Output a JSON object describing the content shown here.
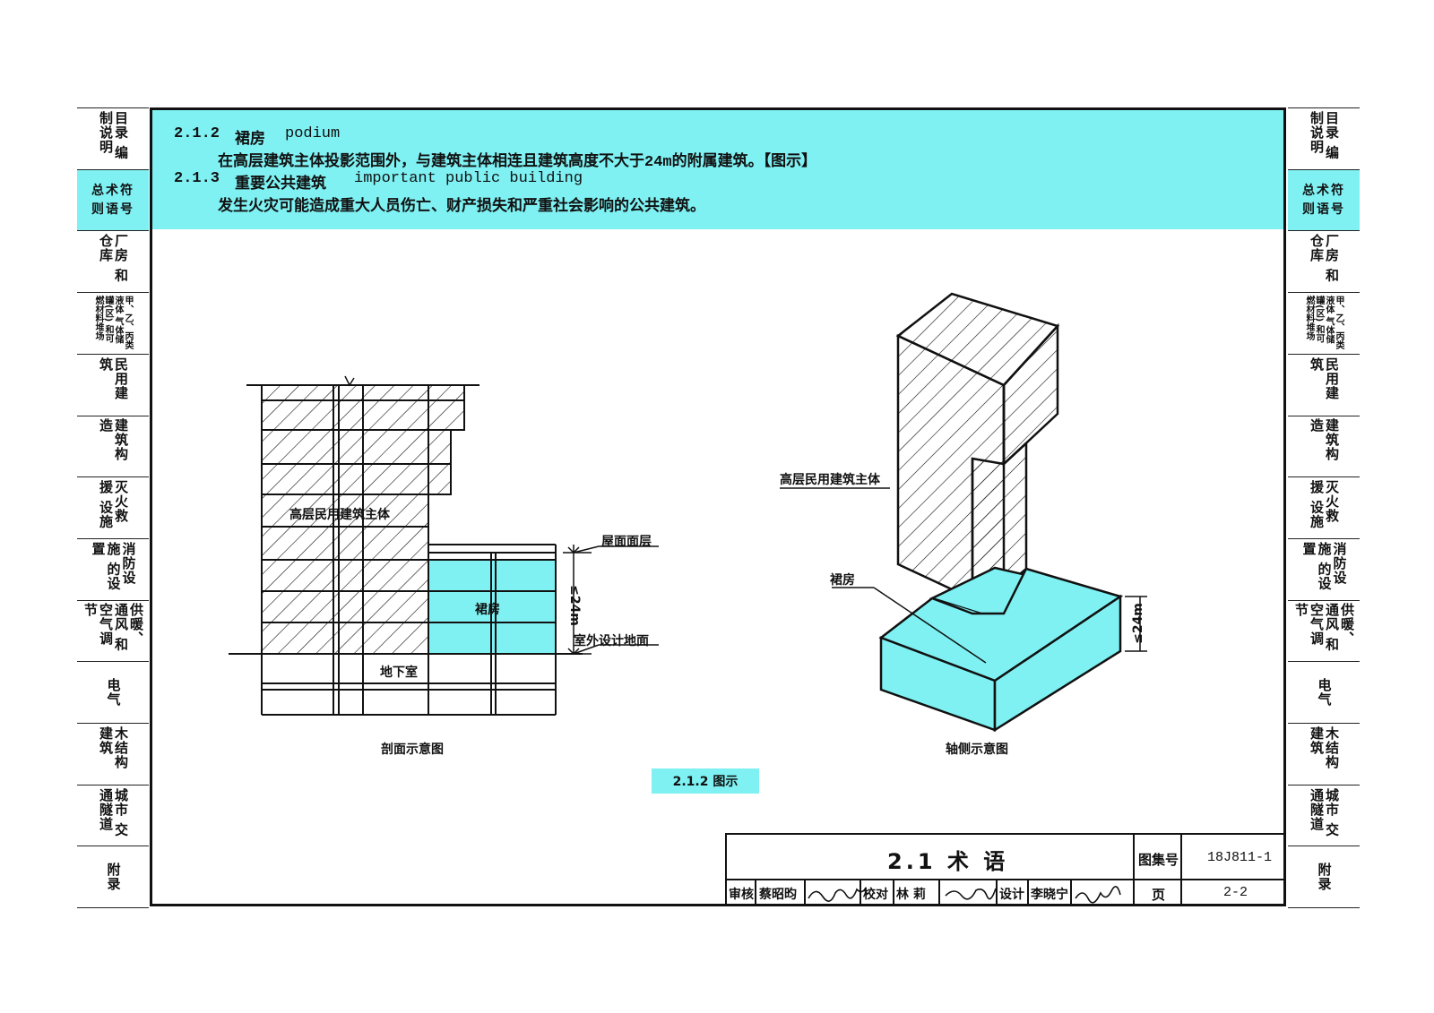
{
  "sidebar": {
    "items": [
      {
        "label": "目录 编制说明",
        "multi": true
      },
      {
        "label": "总术符 则语号",
        "highlight": true,
        "horizontal": true
      },
      {
        "label": "厂房 和仓库",
        "multi": true
      },
      {
        "label": "甲、乙、丙类液体 气体储罐(区) 和可燃材料堆场",
        "multi": true,
        "small": true
      },
      {
        "label": "民用建筑"
      },
      {
        "label": "建筑构造"
      },
      {
        "label": "灭火救援 设施",
        "multi": true
      },
      {
        "label": "消防设施 的设置",
        "multi": true
      },
      {
        "label": "供暖、通风 和空气调节",
        "multi": true
      },
      {
        "label": "电气"
      },
      {
        "label": "木结构 建筑",
        "multi": true
      },
      {
        "label": "城市 交通隧道",
        "multi": true
      },
      {
        "label": "附录"
      }
    ]
  },
  "header": {
    "item1_num": "2.1.2",
    "item1_title": "裙房",
    "item1_en": "podium",
    "item1_def": "在高层建筑主体投影范围外，与建筑主体相连且建筑高度不大于24m的附属建筑。【图示】",
    "item2_num": "2.1.3",
    "item2_title": "重要公共建筑",
    "item2_en": "important public building",
    "item2_def": "发生火灾可能造成重大人员伤亡、财产损失和严重社会影响的公共建筑。"
  },
  "section_figure": {
    "label_main": "高层民用建筑主体",
    "label_podium": "裙房",
    "label_basement": "地下室",
    "label_roof": "屋面面层",
    "label_ground": "室外设计地面",
    "dimension": "≤24m",
    "caption": "剖面示意图"
  },
  "axo_figure": {
    "label_main": "高层民用建筑主体",
    "label_podium": "裙房",
    "dimension": "≤24m",
    "caption": "轴侧示意图"
  },
  "figure_tag": "2.1.2 图示",
  "title_block": {
    "title": "2.1 术 语",
    "atlas_label": "图集号",
    "atlas_no": "18J811-1",
    "page_label": "页",
    "page_no": "2-2",
    "review_label": "审核",
    "reviewer": "蔡昭昀",
    "check_label": "校对",
    "checker": "林 莉",
    "design_label": "设计",
    "designer": "李晓宁"
  },
  "colors": {
    "accent": "#7ff1f3",
    "line": "#111111"
  }
}
